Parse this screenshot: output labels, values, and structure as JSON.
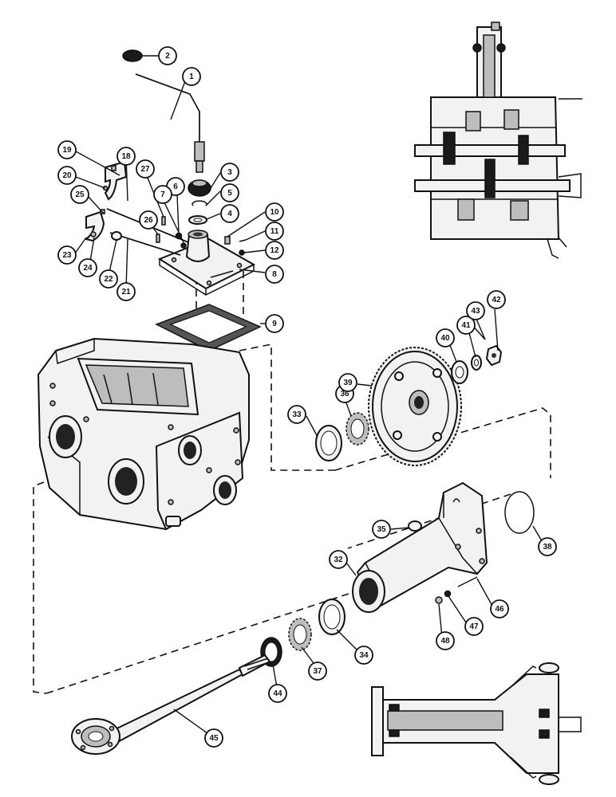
{
  "callouts": [
    {
      "id": "1",
      "label": "1"
    },
    {
      "id": "2",
      "label": "2"
    },
    {
      "id": "3",
      "label": "3"
    },
    {
      "id": "4",
      "label": "4"
    },
    {
      "id": "5",
      "label": "5"
    },
    {
      "id": "6",
      "label": "6"
    },
    {
      "id": "7",
      "label": "7"
    },
    {
      "id": "8",
      "label": "8"
    },
    {
      "id": "9",
      "label": "9"
    },
    {
      "id": "10",
      "label": "10"
    },
    {
      "id": "11",
      "label": "11"
    },
    {
      "id": "12",
      "label": "12"
    },
    {
      "id": "18",
      "label": "18"
    },
    {
      "id": "19",
      "label": "19"
    },
    {
      "id": "20",
      "label": "20"
    },
    {
      "id": "21",
      "label": "21"
    },
    {
      "id": "22",
      "label": "22"
    },
    {
      "id": "23",
      "label": "23"
    },
    {
      "id": "24",
      "label": "24"
    },
    {
      "id": "25",
      "label": "25"
    },
    {
      "id": "26",
      "label": "26"
    },
    {
      "id": "27",
      "label": "27"
    },
    {
      "id": "32",
      "label": "32"
    },
    {
      "id": "33",
      "label": "33"
    },
    {
      "id": "34",
      "label": "34"
    },
    {
      "id": "35",
      "label": "35"
    },
    {
      "id": "36",
      "label": "36"
    },
    {
      "id": "37",
      "label": "37"
    },
    {
      "id": "38",
      "label": "38"
    },
    {
      "id": "39",
      "label": "39"
    },
    {
      "id": "40",
      "label": "40"
    },
    {
      "id": "41",
      "label": "41"
    },
    {
      "id": "42",
      "label": "42"
    },
    {
      "id": "43",
      "label": "43"
    },
    {
      "id": "44",
      "label": "44"
    },
    {
      "id": "45",
      "label": "45"
    },
    {
      "id": "46",
      "label": "46"
    },
    {
      "id": "47",
      "label": "47"
    },
    {
      "id": "48",
      "label": "48"
    }
  ]
}
